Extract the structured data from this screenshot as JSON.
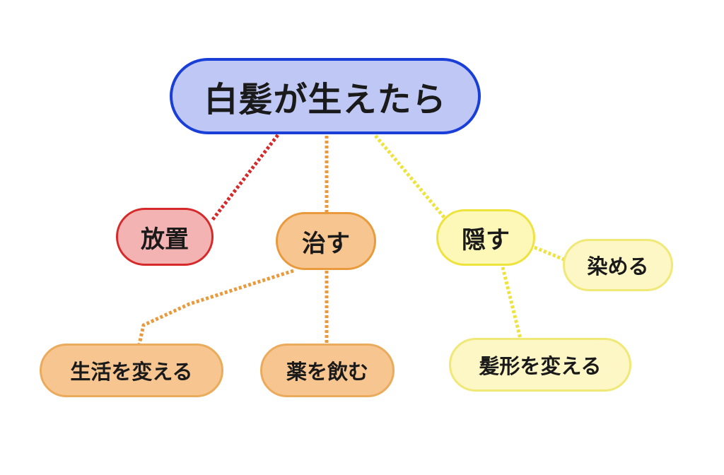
{
  "diagram": {
    "root": {
      "label": "白髪が生えたら"
    },
    "branches": {
      "leave": {
        "label": "放置"
      },
      "cure": {
        "label": "治す"
      },
      "hide": {
        "label": "隠す"
      }
    },
    "leaves": {
      "dye": {
        "label": "染める"
      },
      "life": {
        "label": "生活を変える"
      },
      "drug": {
        "label": "薬を飲む"
      },
      "style": {
        "label": "髪形を変える"
      }
    }
  },
  "colors": {
    "root_fill": "#bfc8f5",
    "root_border": "#1a3fd9",
    "leave_fill": "#f4b3b3",
    "leave_border": "#d62a2a",
    "cure_fill": "#f7c590",
    "cure_border": "#e89a3c",
    "hide_fill": "#fdf7b8",
    "hide_border": "#eee33c"
  }
}
